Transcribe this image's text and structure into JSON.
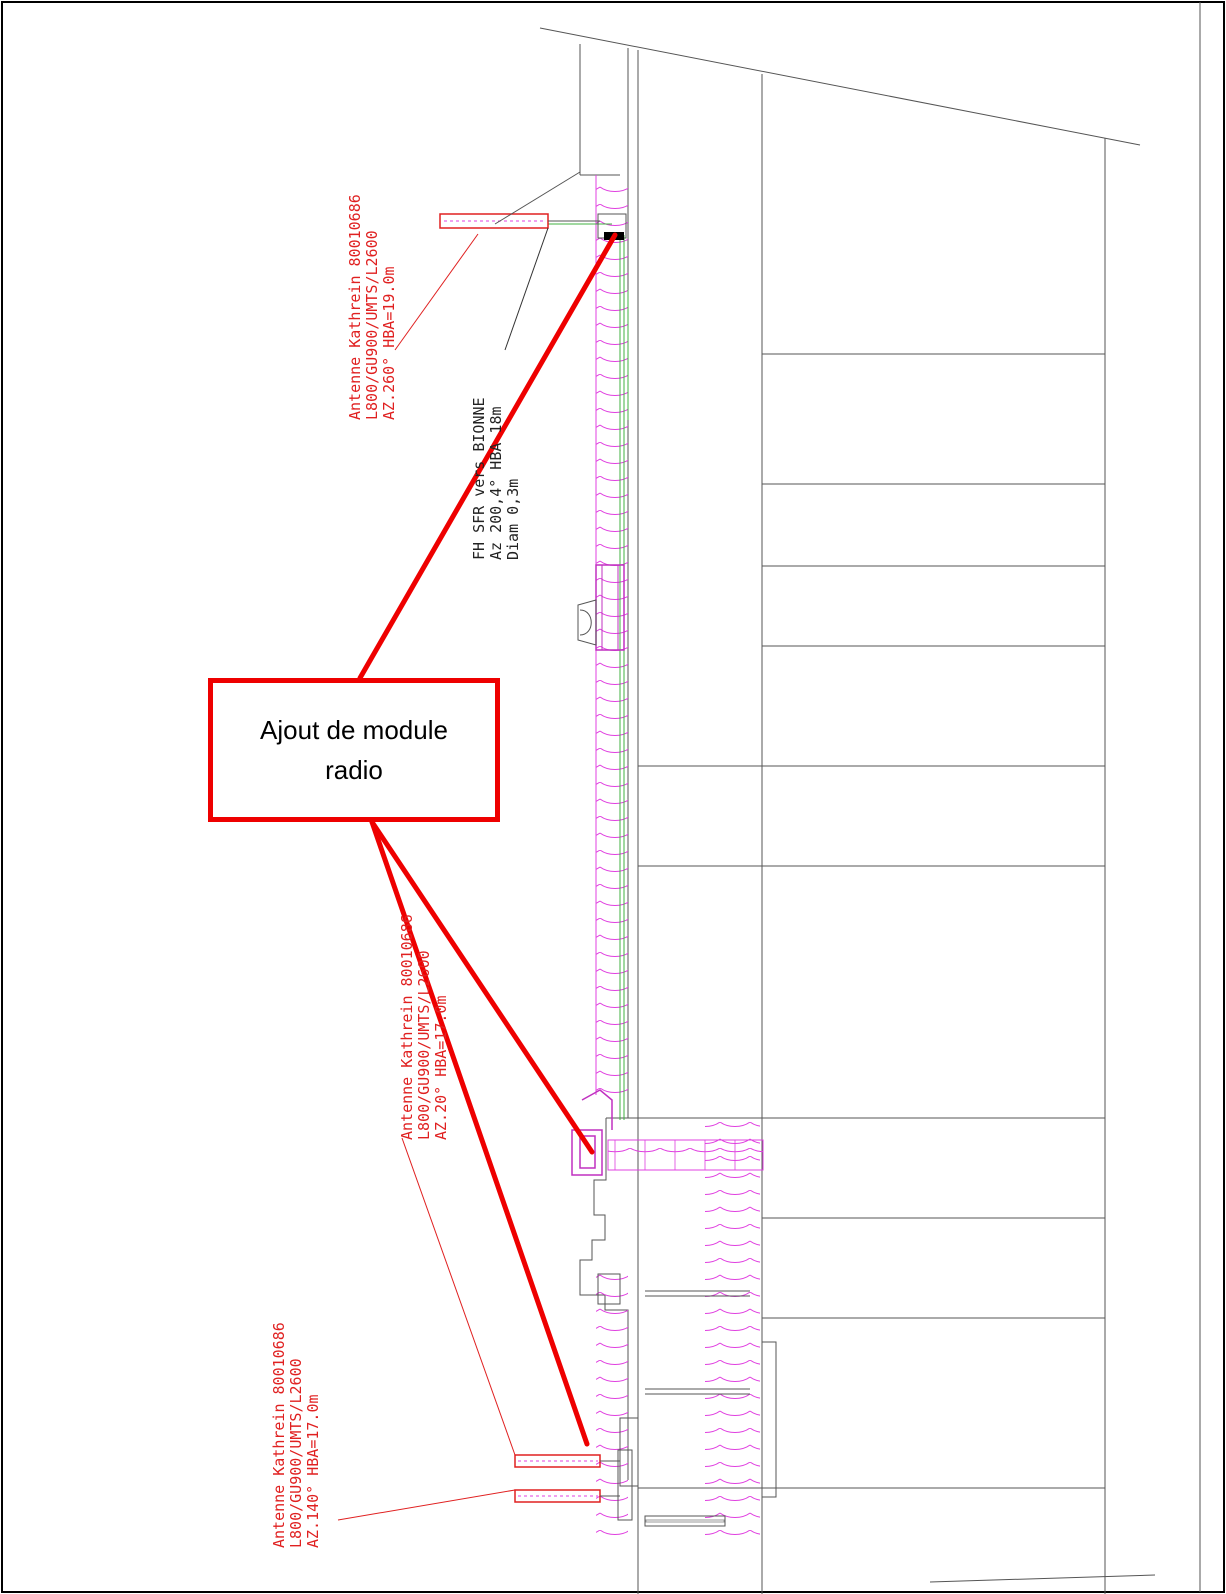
{
  "colors": {
    "annotation_red": "#e02020",
    "callout_red": "#ee0000",
    "cad_magenta": "#e040e0",
    "cad_green": "#40b040",
    "outline_gray": "#555555"
  },
  "callout": {
    "text": "Ajout de module radio"
  },
  "antennas": [
    {
      "line1": "Antenne Kathrein 80010686",
      "line2": "L800/GU900/UMTS/L2600",
      "line3": "AZ.260° HBA=19.0m"
    },
    {
      "line1": "Antenne Kathrein 80010686",
      "line2": "L800/GU900/UMTS/L2600",
      "line3": "AZ.20° HBA=17.0m"
    },
    {
      "line1": "Antenne Kathrein 80010686",
      "line2": "L800/GU900/UMTS/L2600",
      "line3": "AZ.140° HBA=17.0m"
    }
  ],
  "fh": {
    "line1": "FH SFR vers BIONNE",
    "line2": "Az 200,4° HBA 18m",
    "line3": "Diam 0,3m"
  }
}
